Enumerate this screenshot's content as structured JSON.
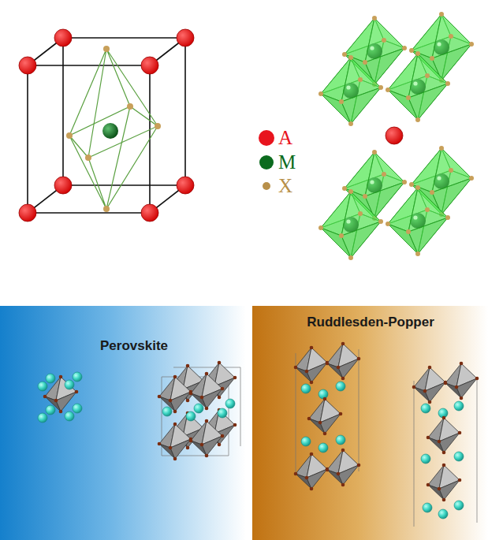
{
  "diagram": {
    "nodes": [
      {
        "text": [
          "Perovskite"
        ]
      },
      {
        "text": [
          "Ruddlesden-Popper"
        ]
      }
    ],
    "legend": [
      {
        "text": "A",
        "color": "#e8141e"
      },
      {
        "text": "M",
        "color": "#0b6b1e"
      },
      {
        "text": "X",
        "color": "#b8904a"
      }
    ]
  }
}
